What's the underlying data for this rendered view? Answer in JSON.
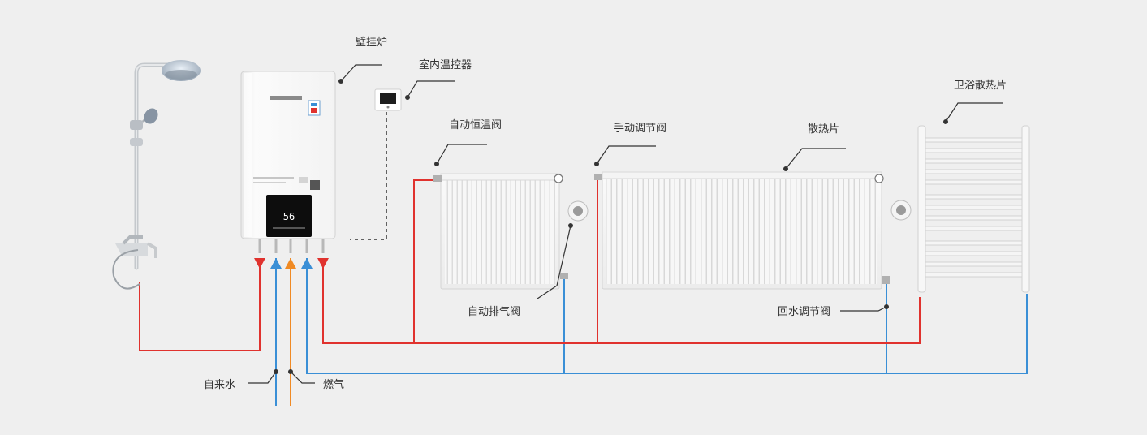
{
  "labels": {
    "boiler": "壁挂炉",
    "thermostat": "室内温控器",
    "auto_thermo_valve": "自动恒温阀",
    "manual_valve": "手动调节阀",
    "radiator": "散热片",
    "bath_radiator": "卫浴散热片",
    "auto_air_vent": "自动排气阀",
    "return_valve": "回水调节阀",
    "tap_water": "自来水",
    "gas": "燃气"
  },
  "boiler_display": "56",
  "colors": {
    "hot_supply": "#e0322e",
    "cold_return": "#3a8fd6",
    "gas": "#f08a24",
    "control_wire": "#333333",
    "background": "#efefef"
  },
  "icons": {
    "shower": "shower-icon",
    "boiler": "wall-boiler-icon",
    "thermostat": "thermostat-icon",
    "radiator": "panel-radiator-icon",
    "towel_rail": "towel-rail-icon"
  }
}
